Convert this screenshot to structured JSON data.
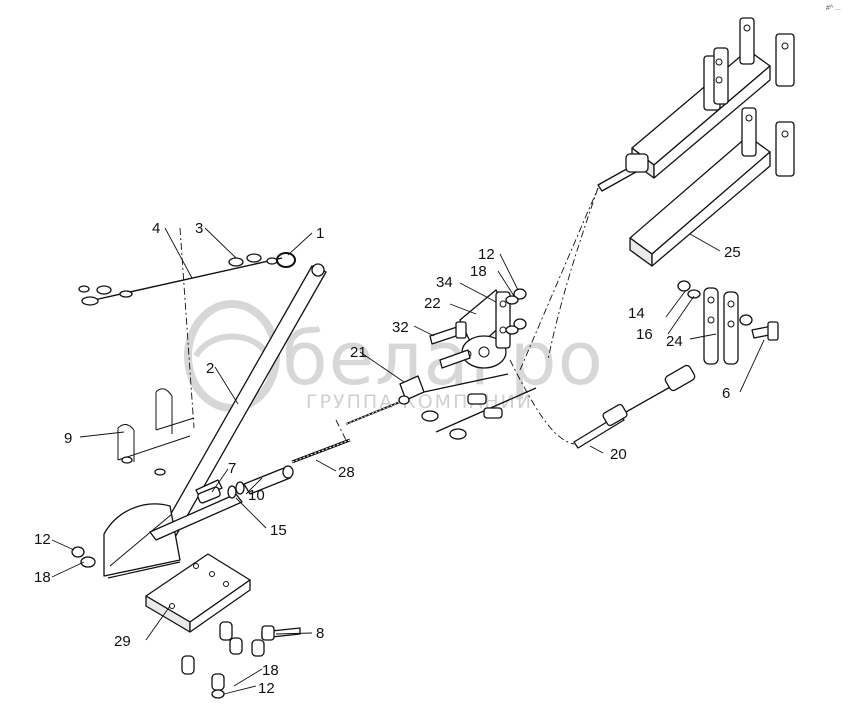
{
  "corner_mark": "#^ ...",
  "watermark": {
    "brand": "белагро",
    "tagline": "ГРУППА КОМПАНИЙ"
  },
  "callouts": {
    "p1": "1",
    "p2": "2",
    "p3": "3",
    "p4": "4",
    "p6": "6",
    "p7": "7",
    "p8": "8",
    "p9": "9",
    "p10": "10",
    "p12a": "12",
    "p12b": "12",
    "p12c": "12",
    "p14": "14",
    "p15": "15",
    "p16": "16",
    "p18a": "18",
    "p18b": "18",
    "p18c": "18",
    "p20": "20",
    "p21": "21",
    "p22": "22",
    "p24": "24",
    "p25": "25",
    "p28": "28",
    "p29": "29",
    "p32": "32",
    "p34": "34"
  }
}
